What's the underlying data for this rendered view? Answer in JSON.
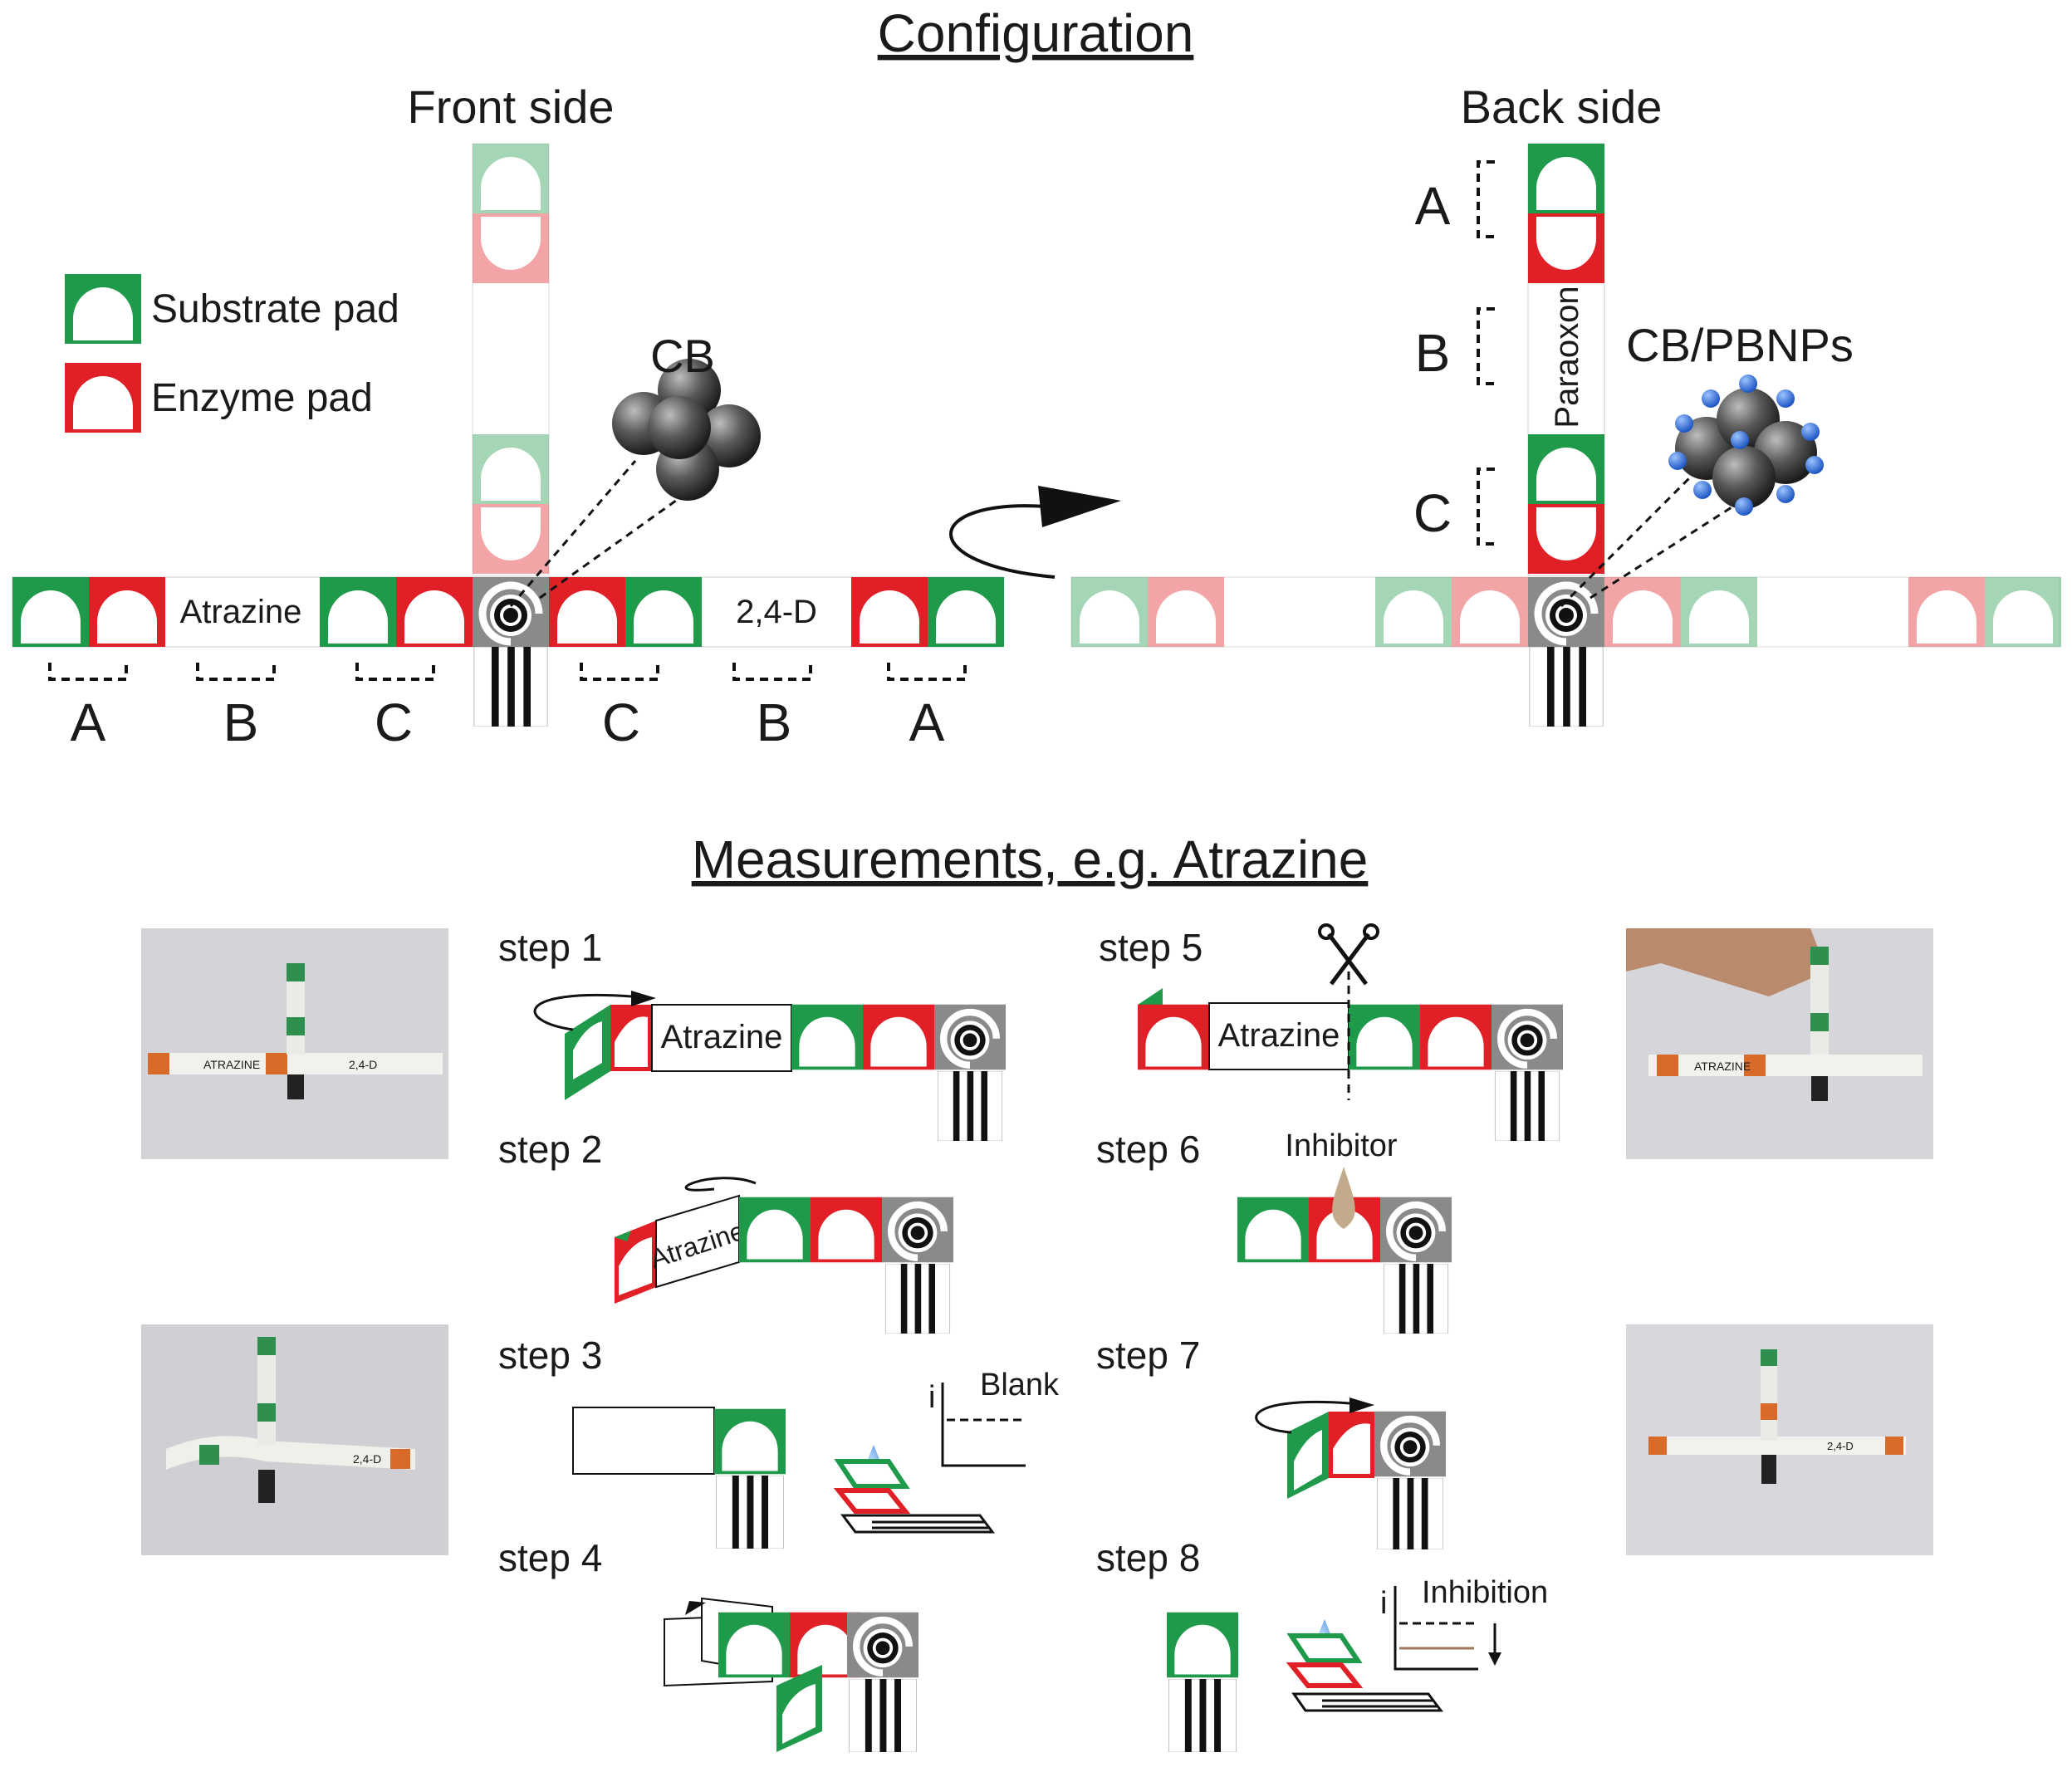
{
  "config_title": "Configuration",
  "front_side": "Front side",
  "back_side": "Back side",
  "legend": {
    "substrate": "Substrate pad",
    "enzyme": "Enzyme pad"
  },
  "cb": "CB",
  "cb_pbnps": "CB/PBNPs",
  "atrazine": "Atrazine",
  "d24": "2,4-D",
  "paraoxon": "Paraoxon",
  "labels_front": [
    "A",
    "B",
    "C",
    "C",
    "B",
    "A"
  ],
  "labels_back": [
    "A",
    "B",
    "C"
  ],
  "meas_title": "Measurements, e.g. Atrazine",
  "steps": [
    "step 1",
    "step 2",
    "step 3",
    "step 4",
    "step 5",
    "step 6",
    "step 7",
    "step 8"
  ],
  "blank": "Blank",
  "inhibition": "Inhibition",
  "inhibitor": "Inhibitor",
  "axis_i": "i",
  "photo_atrazine": "ATRAZINE",
  "photo_24d": "2,4-D",
  "colors": {
    "green": "#1e9a4a",
    "red": "#e01f26",
    "grey": "#8a8a8a",
    "blue": "#2a6ad0"
  }
}
